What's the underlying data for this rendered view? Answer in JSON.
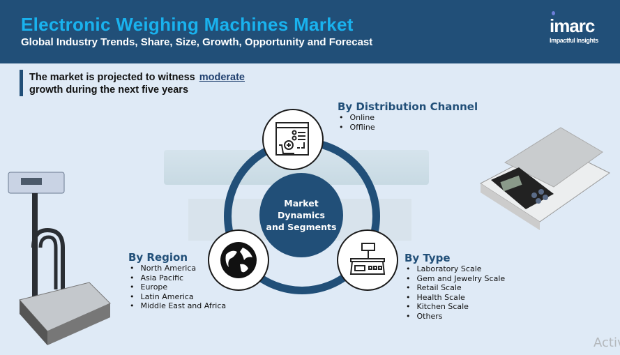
{
  "header": {
    "title": "Electronic Weighing Machines Market",
    "subtitle": "Global Industry Trends, Share, Size, Growth, Opportunity and Forecast",
    "logo": "imarc",
    "logo_tagline": "Impactful Insights"
  },
  "note": {
    "text": "The market is projected to witness",
    "highlight": "moderate",
    "text2": "growth during the next five years"
  },
  "center": {
    "line1": "Market Dynamics",
    "line2": "and Segments"
  },
  "segments": {
    "distribution": {
      "title": "By Distribution Channel",
      "items": [
        "Online",
        "Offline"
      ]
    },
    "region": {
      "title": "By Region",
      "items": [
        "North America",
        "Asia Pacific",
        "Europe",
        "Latin America",
        "Middle East and Africa"
      ]
    },
    "type": {
      "title": "By Type",
      "items": [
        "Laboratory Scale",
        "Gem and Jewelry Scale",
        "Retail Scale",
        "Health Scale",
        "Kitchen Scale",
        "Others"
      ]
    }
  },
  "watermark": "Activ",
  "colors": {
    "navy": "#214f78",
    "cyan": "#19b2ee",
    "background": "#dfeaf6"
  }
}
